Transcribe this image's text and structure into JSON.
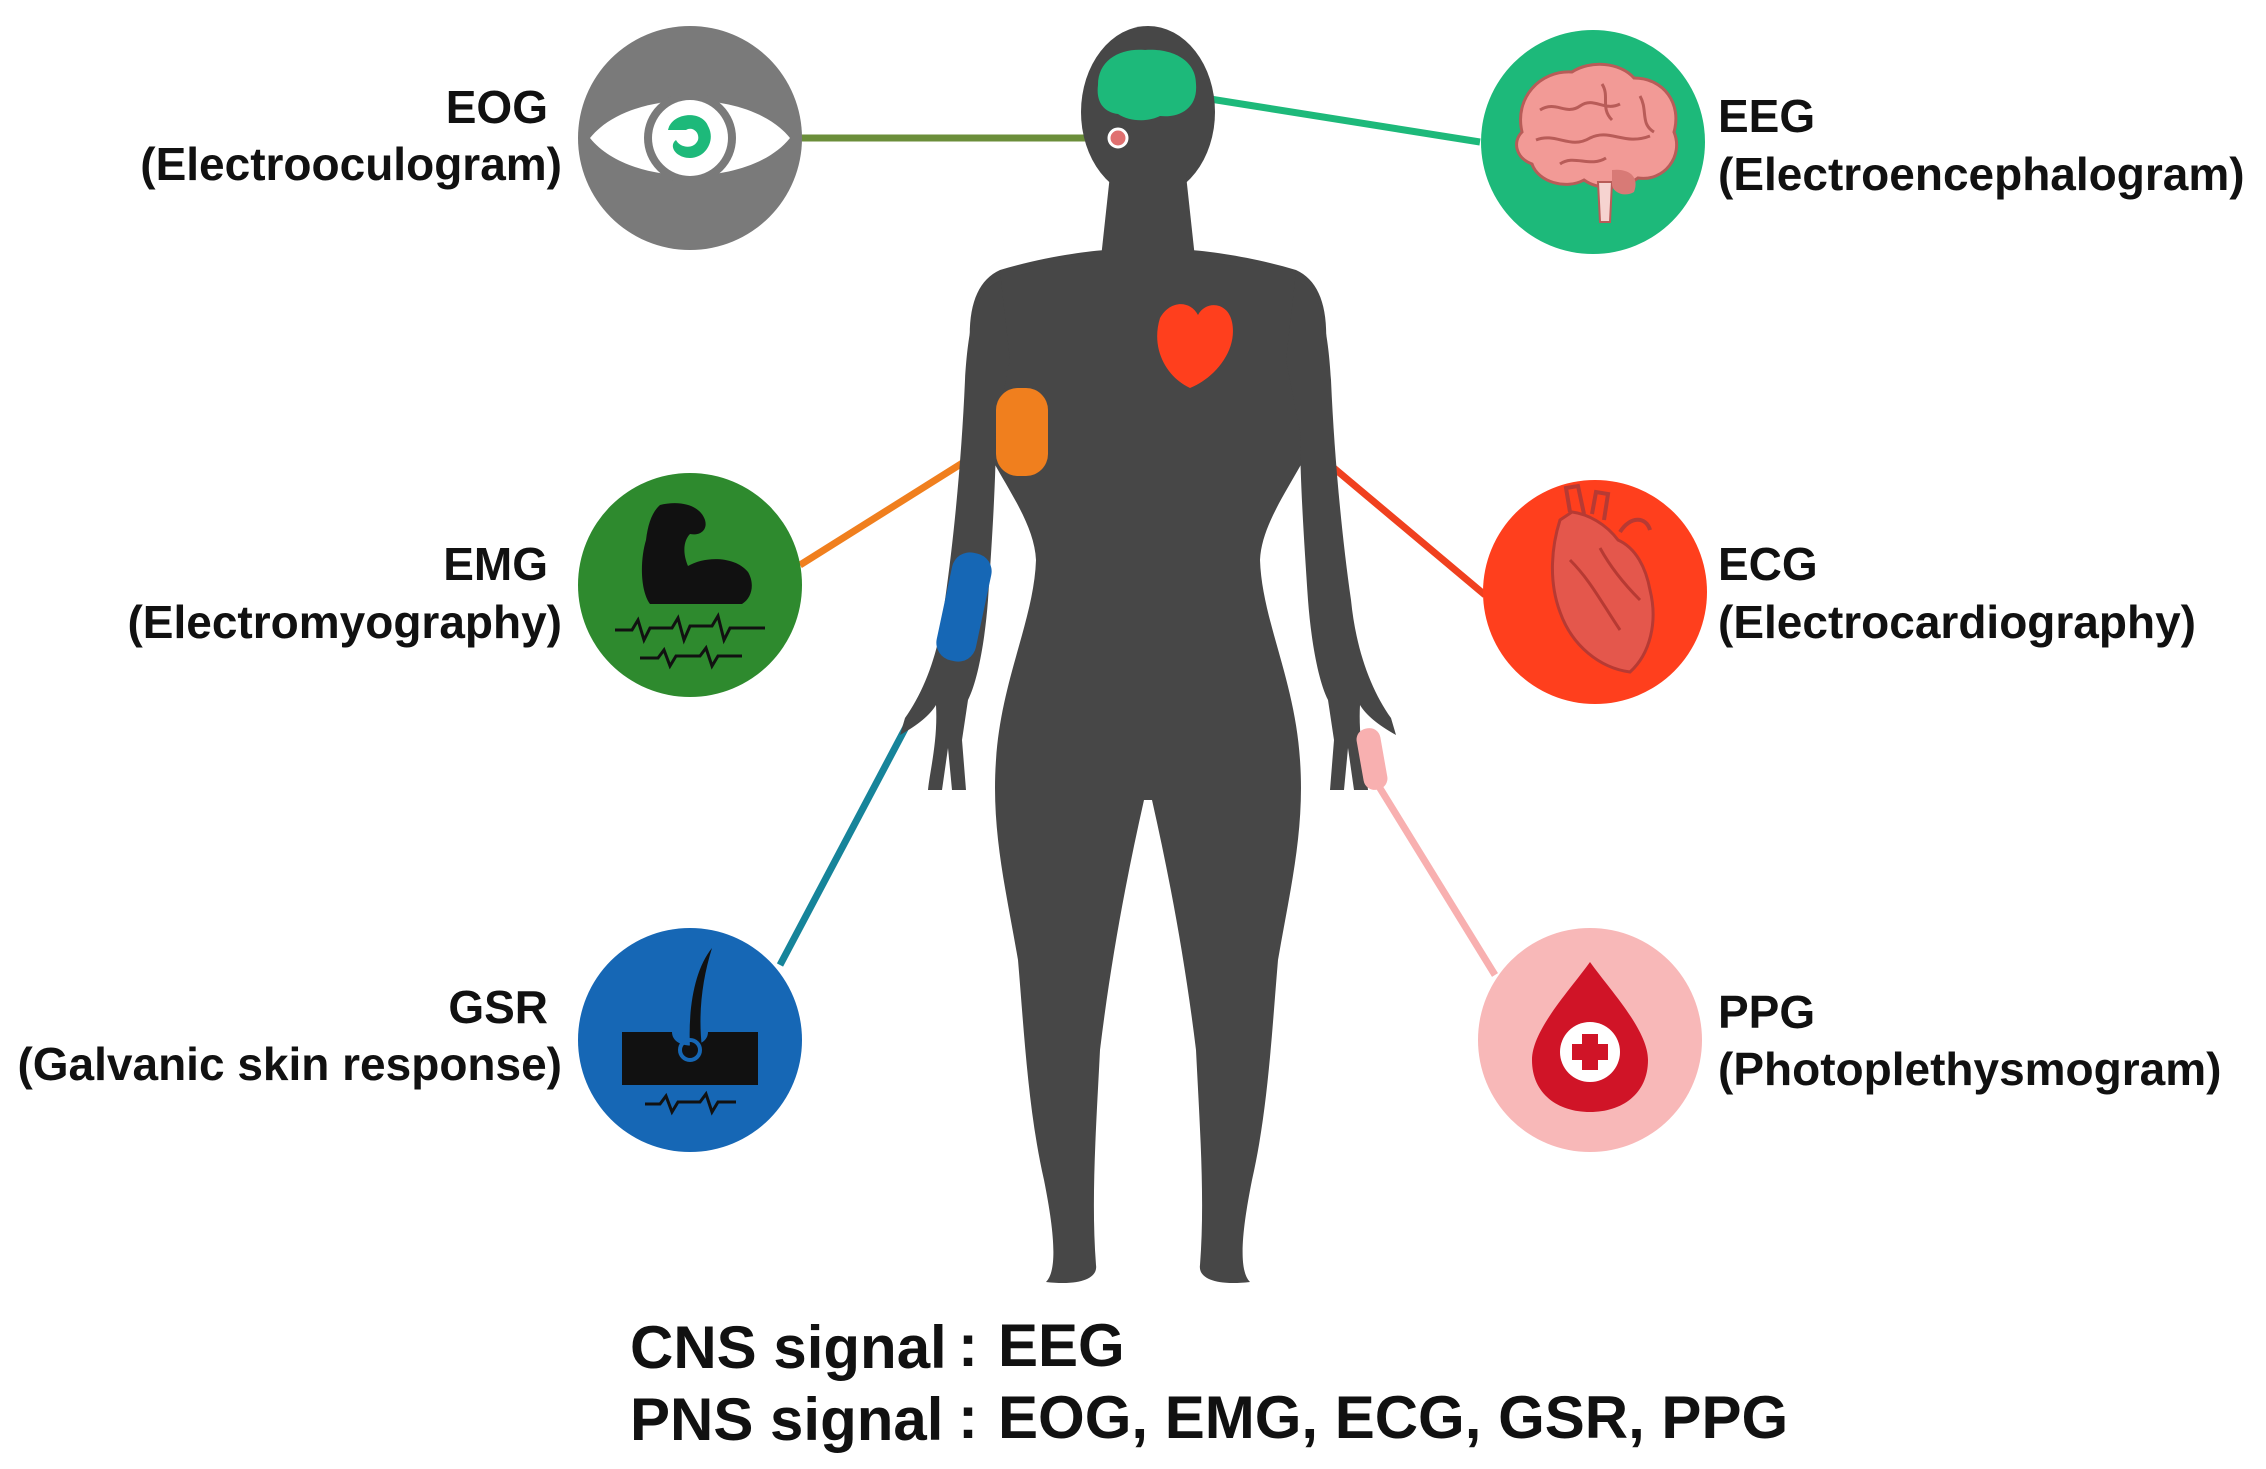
{
  "signals": {
    "eog": {
      "abbr": "EOG",
      "full": "(Electrooculogram)",
      "color": "#7a7a7a",
      "line_color": "#6b8e3a"
    },
    "eeg": {
      "abbr": "EEG",
      "full": "(Electroencephalogram)",
      "color": "#1db97a",
      "line_color": "#1db97a"
    },
    "emg": {
      "abbr": "EMG",
      "full": "(Electromyography)",
      "color": "#2e8a2e",
      "line_color": "#f07f1e"
    },
    "ecg": {
      "abbr": "ECG",
      "full": "(Electrocardiography)",
      "color": "#ff3f1d",
      "line_color": "#f0401f"
    },
    "gsr": {
      "abbr": "GSR",
      "full": "(Galvanic skin response)",
      "color": "#1667b5",
      "line_color": "#16849a"
    },
    "ppg": {
      "abbr": "PPG",
      "full": "(Photoplethysmogram)",
      "color": "#f8b8b8",
      "line_color": "#f8b0b0"
    }
  },
  "summary": {
    "cns_label": "CNS signal",
    "cns_value": "EEG",
    "pns_label": "PNS signal",
    "pns_value": "EOG, EMG, ECG, GSR, PPG",
    "separator": ":"
  },
  "body_color": "#474747",
  "icons": {
    "eog": "eye-icon",
    "eeg": "brain-icon",
    "emg": "flexed-arm-icon",
    "ecg": "heart-icon",
    "gsr": "skin-hair-icon",
    "ppg": "blood-drop-icon"
  }
}
